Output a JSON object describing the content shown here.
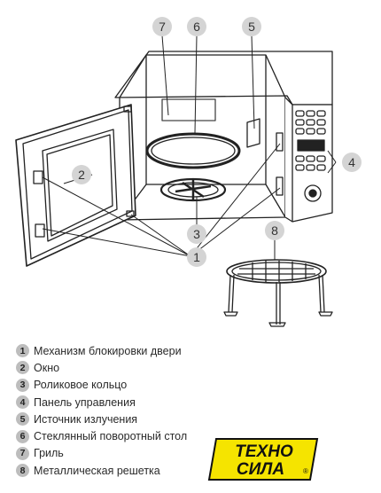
{
  "callouts": [
    {
      "num": "1"
    },
    {
      "num": "2"
    },
    {
      "num": "3"
    },
    {
      "num": "4"
    },
    {
      "num": "5"
    },
    {
      "num": "6"
    },
    {
      "num": "7"
    },
    {
      "num": "8"
    }
  ],
  "legend": [
    {
      "num": "1",
      "text": "Механизм блокировки двери"
    },
    {
      "num": "2",
      "text": "Окно"
    },
    {
      "num": "3",
      "text": "Роликовое кольцо"
    },
    {
      "num": "4",
      "text": "Панель управления"
    },
    {
      "num": "5",
      "text": "Источник излучения"
    },
    {
      "num": "6",
      "text": "Стеклянный поворотный стол"
    },
    {
      "num": "7",
      "text": "Гриль"
    },
    {
      "num": "8",
      "text": "Металлическая решетка"
    }
  ],
  "logo": {
    "line1": "ТЕХНО",
    "line2": "СИЛА",
    "mark": "®",
    "colors": {
      "yellow": "#f5e400",
      "ink": "#111111"
    }
  }
}
